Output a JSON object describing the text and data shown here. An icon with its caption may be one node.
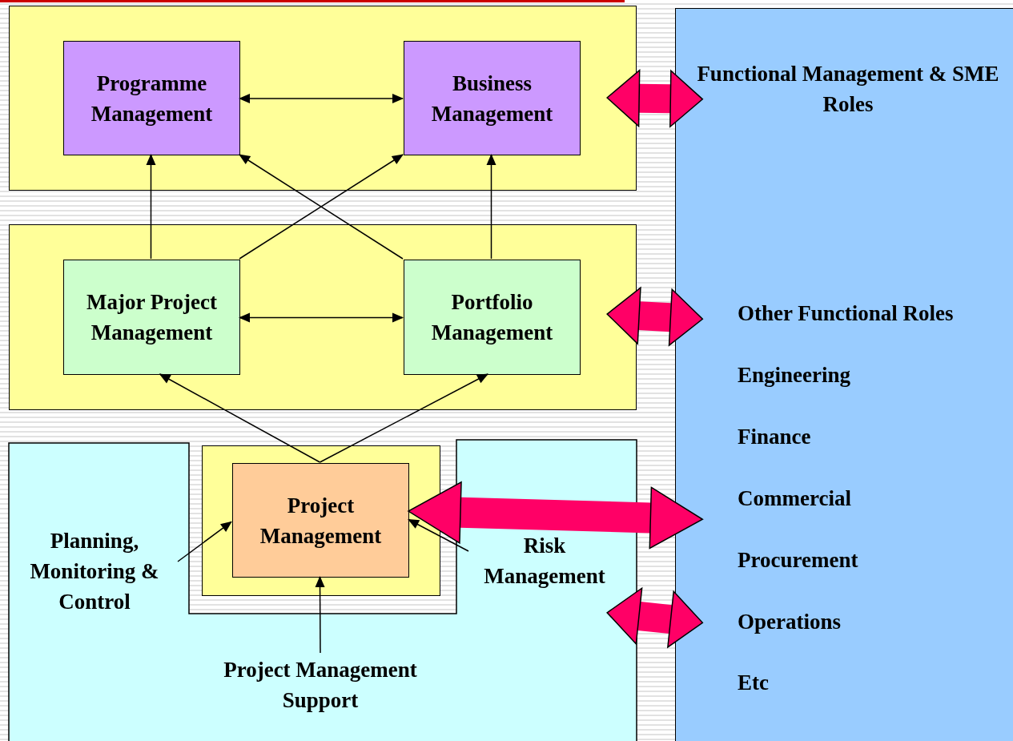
{
  "diagram": {
    "nodes": [
      {
        "text": [],
        "shape": "box"
      },
      {
        "text": [
          "Programme Management"
        ],
        "in": 0
      },
      {
        "text": [
          "Business Management"
        ],
        "in": 0
      },
      {
        "text": [],
        "shape": "box"
      },
      {
        "text": [
          "Major Project Management"
        ],
        "in": 3
      },
      {
        "text": [
          "Portfolio Management"
        ],
        "in": 3
      },
      {
        "text": [],
        "shape": "box"
      },
      {
        "text": [],
        "shape": "box"
      },
      {
        "text": [
          "Project Management"
        ],
        "in": 7
      },
      {
        "text": [
          "Planning, Monitoring & Control"
        ],
        "in": 6
      },
      {
        "text": [
          "Risk Management"
        ],
        "in": 6
      },
      {
        "text": [
          "Project Management Support"
        ],
        "in": 6
      },
      {
        "text": [
          "Functional Management & SME Roles",
          "Other Functional Roles",
          "Engineering",
          "Finance",
          "Commercial",
          "Procurement",
          "Operations",
          "Etc"
        ]
      }
    ],
    "edges": [
      {
        "from": 1,
        "to": 2,
        "arrow": "both"
      },
      {
        "from": 4,
        "to": 1,
        "arrow": "to"
      },
      {
        "from": 4,
        "to": 2,
        "arrow": "to"
      },
      {
        "from": 5,
        "to": 1,
        "arrow": "to"
      },
      {
        "from": 5,
        "to": 2,
        "arrow": "to"
      },
      {
        "from": 4,
        "to": 5,
        "arrow": "both"
      },
      {
        "from": 8,
        "to": 4,
        "arrow": "to"
      },
      {
        "from": 8,
        "to": 5,
        "arrow": "to"
      },
      {
        "from": 9,
        "to": 8,
        "arrow": "to"
      },
      {
        "from": 10,
        "to": 8,
        "arrow": "to"
      },
      {
        "from": 11,
        "to": 8,
        "arrow": "to"
      },
      {
        "from": 0,
        "to": 12,
        "arrow": "both",
        "style": "thick",
        "color": "#ff0066"
      },
      {
        "from": 3,
        "to": 12,
        "arrow": "both",
        "style": "thick",
        "color": "#ff0066"
      },
      {
        "from": 8,
        "to": 12,
        "arrow": "both",
        "style": "thick",
        "color": "#ff0066"
      },
      {
        "from": 6,
        "to": 12,
        "arrow": "both",
        "style": "thick",
        "color": "#ff0066"
      }
    ]
  }
}
